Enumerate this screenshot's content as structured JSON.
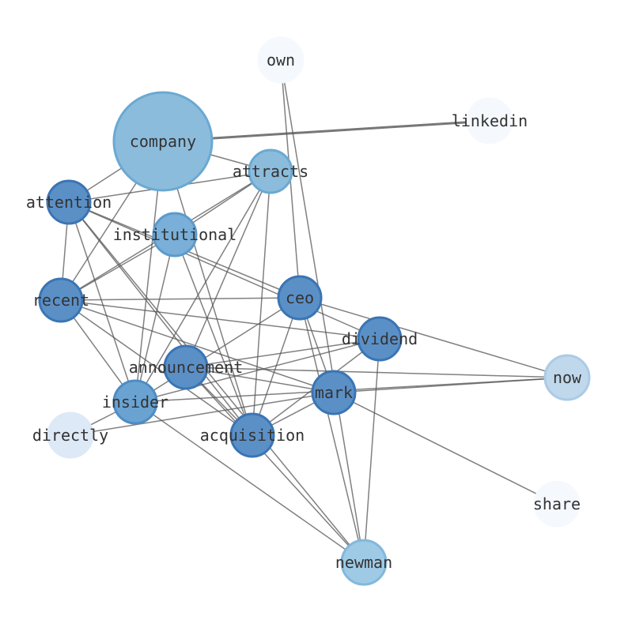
{
  "nodes": [
    {
      "id": "own",
      "label": "own",
      "color": "#f5f9fe",
      "stroke": "#f5f9fe"
    },
    {
      "id": "linkedin",
      "label": "linkedin",
      "color": "#f5f9fe",
      "stroke": "#f5f9fe"
    },
    {
      "id": "company",
      "label": "company",
      "color": "#8cbcdc",
      "stroke": "#6aa9d2"
    },
    {
      "id": "attracts",
      "label": "attracts",
      "color": "#8cbcdc",
      "stroke": "#6aa9d2"
    },
    {
      "id": "attention",
      "label": "attention",
      "color": "#5b90c7",
      "stroke": "#3a75b4"
    },
    {
      "id": "institutional",
      "label": "institutional",
      "color": "#79afd8",
      "stroke": "#5b9bcc"
    },
    {
      "id": "recent",
      "label": "recent",
      "color": "#5b90c7",
      "stroke": "#3a75b4"
    },
    {
      "id": "ceo",
      "label": "ceo",
      "color": "#5b90c7",
      "stroke": "#3a75b4"
    },
    {
      "id": "dividend",
      "label": "dividend",
      "color": "#5b90c7",
      "stroke": "#3a75b4"
    },
    {
      "id": "announcement",
      "label": "announcement",
      "color": "#5b90c7",
      "stroke": "#3a75b4"
    },
    {
      "id": "now",
      "label": "now",
      "color": "#c0d8ec",
      "stroke": "#abcbe6"
    },
    {
      "id": "mark",
      "label": "mark",
      "color": "#5b90c7",
      "stroke": "#3a75b4"
    },
    {
      "id": "insider",
      "label": "insider",
      "color": "#6aa3d2",
      "stroke": "#4d8cc4"
    },
    {
      "id": "directly",
      "label": "directly",
      "color": "#dde9f6",
      "stroke": "#dde9f6"
    },
    {
      "id": "acquisition",
      "label": "acquisition",
      "color": "#5b90c7",
      "stroke": "#3a75b4"
    },
    {
      "id": "share",
      "label": "share",
      "color": "#f5f9fe",
      "stroke": "#f5f9fe"
    },
    {
      "id": "newman",
      "label": "newman",
      "color": "#9ecae6",
      "stroke": "#82b8dc"
    }
  ],
  "edges": [
    {
      "source": "company",
      "target": "linkedin",
      "weight": 2
    },
    {
      "source": "company",
      "target": "attracts",
      "weight": 1
    },
    {
      "source": "company",
      "target": "attention",
      "weight": 1
    },
    {
      "source": "company",
      "target": "recent",
      "weight": 1
    },
    {
      "source": "company",
      "target": "insider",
      "weight": 1
    },
    {
      "source": "company",
      "target": "acquisition",
      "weight": 1
    },
    {
      "source": "attracts",
      "target": "attention",
      "weight": 1
    },
    {
      "source": "attracts",
      "target": "recent",
      "weight": 1
    },
    {
      "source": "attracts",
      "target": "insider",
      "weight": 1
    },
    {
      "source": "attracts",
      "target": "announcement",
      "weight": 1
    },
    {
      "source": "attracts",
      "target": "acquisition",
      "weight": 1
    },
    {
      "source": "attention",
      "target": "recent",
      "weight": 1
    },
    {
      "source": "attention",
      "target": "ceo",
      "weight": 1
    },
    {
      "source": "attention",
      "target": "dividend",
      "weight": 1
    },
    {
      "source": "attention",
      "target": "insider",
      "weight": 1
    },
    {
      "source": "attention",
      "target": "acquisition",
      "weight": 1
    },
    {
      "source": "attention",
      "target": "newman",
      "weight": 1
    },
    {
      "source": "institutional",
      "target": "recent",
      "weight": 1
    },
    {
      "source": "institutional",
      "target": "insider",
      "weight": 1
    },
    {
      "source": "institutional",
      "target": "acquisition",
      "weight": 1
    },
    {
      "source": "recent",
      "target": "ceo",
      "weight": 1
    },
    {
      "source": "recent",
      "target": "dividend",
      "weight": 1
    },
    {
      "source": "recent",
      "target": "mark",
      "weight": 1
    },
    {
      "source": "recent",
      "target": "insider",
      "weight": 1
    },
    {
      "source": "recent",
      "target": "acquisition",
      "weight": 1
    },
    {
      "source": "own",
      "target": "ceo",
      "weight": 1
    },
    {
      "source": "own",
      "target": "newman",
      "weight": 1
    },
    {
      "source": "ceo",
      "target": "now",
      "weight": 1
    },
    {
      "source": "ceo",
      "target": "insider",
      "weight": 1
    },
    {
      "source": "ceo",
      "target": "acquisition",
      "weight": 1
    },
    {
      "source": "ceo",
      "target": "newman",
      "weight": 1
    },
    {
      "source": "dividend",
      "target": "announcement",
      "weight": 1
    },
    {
      "source": "dividend",
      "target": "insider",
      "weight": 1
    },
    {
      "source": "dividend",
      "target": "acquisition",
      "weight": 1
    },
    {
      "source": "dividend",
      "target": "newman",
      "weight": 1
    },
    {
      "source": "announcement",
      "target": "now",
      "weight": 1
    },
    {
      "source": "announcement",
      "target": "mark",
      "weight": 1
    },
    {
      "source": "announcement",
      "target": "acquisition",
      "weight": 1
    },
    {
      "source": "announcement",
      "target": "newman",
      "weight": 1
    },
    {
      "source": "mark",
      "target": "now",
      "weight": 1
    },
    {
      "source": "mark",
      "target": "directly",
      "weight": 1
    },
    {
      "source": "mark",
      "target": "acquisition",
      "weight": 1
    },
    {
      "source": "mark",
      "target": "share",
      "weight": 1
    },
    {
      "source": "insider",
      "target": "directly",
      "weight": 1
    },
    {
      "source": "insider",
      "target": "newman",
      "weight": 1
    },
    {
      "source": "insider",
      "target": "now",
      "weight": 1
    },
    {
      "source": "ceo",
      "target": "mark",
      "weight": 1
    },
    {
      "source": "institutional",
      "target": "attracts",
      "weight": 1
    }
  ]
}
